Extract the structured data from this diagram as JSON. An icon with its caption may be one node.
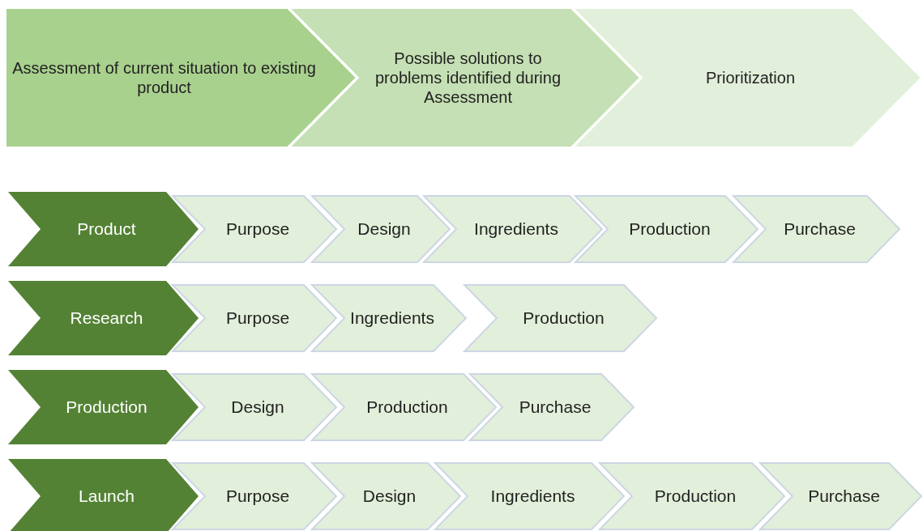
{
  "diagram": {
    "nodes": [
      {
        "text": [
          "Assessment of current situation to existing product"
        ]
      },
      {
        "text": [
          "Possible solutions to problems identified during Assessment"
        ]
      },
      {
        "text": [
          "Prioritization"
        ]
      },
      {
        "text": [
          "Product"
        ]
      },
      {
        "text": [
          "Purpose"
        ]
      },
      {
        "text": [
          "Design"
        ]
      },
      {
        "text": [
          "Ingredients"
        ]
      },
      {
        "text": [
          "Production"
        ]
      },
      {
        "text": [
          "Purchase"
        ]
      },
      {
        "text": [
          "Research"
        ]
      },
      {
        "text": [
          "Purpose"
        ]
      },
      {
        "text": [
          "Ingredients"
        ]
      },
      {
        "text": [
          "Production"
        ]
      },
      {
        "text": [
          "Production"
        ]
      },
      {
        "text": [
          "Design"
        ]
      },
      {
        "text": [
          "Production"
        ]
      },
      {
        "text": [
          "Purchase"
        ]
      },
      {
        "text": [
          "Launch"
        ]
      },
      {
        "text": [
          "Purpose"
        ]
      },
      {
        "text": [
          "Design"
        ]
      },
      {
        "text": [
          "Ingredients"
        ]
      },
      {
        "text": [
          "Production"
        ]
      },
      {
        "text": [
          "Purchase"
        ]
      }
    ]
  }
}
